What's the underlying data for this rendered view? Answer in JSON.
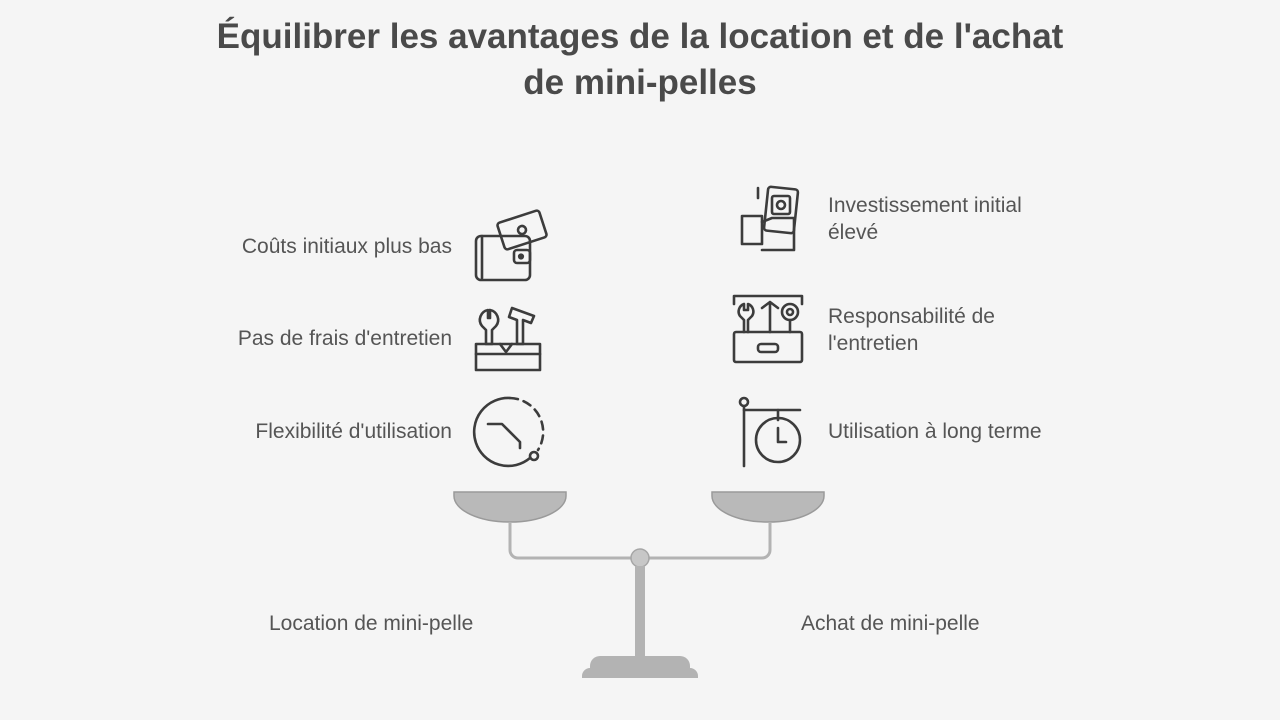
{
  "title": {
    "line1": "Équilibrer les avantages de la location et de l'achat",
    "line2": "de mini-pelles"
  },
  "left": {
    "items": [
      {
        "label": "Coûts initiaux plus bas",
        "icon": "wallet-money-icon"
      },
      {
        "label": "Pas de frais d'entretien",
        "icon": "toolbox-icon"
      },
      {
        "label": "Flexibilité d'utilisation",
        "icon": "dashed-clock-icon"
      }
    ],
    "pan_label": "Location de mini-pelle"
  },
  "right": {
    "items": [
      {
        "label_line1": "Investissement initial",
        "label_line2": "élevé",
        "icon": "hand-holding-money-icon"
      },
      {
        "label_line1": "Responsabilité de",
        "label_line2": "l'entretien",
        "icon": "toolbox-maintenance-icon"
      },
      {
        "label_line1": "Utilisation à long terme",
        "label_line2": "",
        "icon": "hanging-clock-icon"
      }
    ],
    "pan_label": "Achat de mini-pelle"
  },
  "colors": {
    "background": "#f5f5f5",
    "text": "#555555",
    "title": "#4a4a4a",
    "icon_stroke": "#3c3c3c",
    "scale": "#b3b3b3"
  }
}
